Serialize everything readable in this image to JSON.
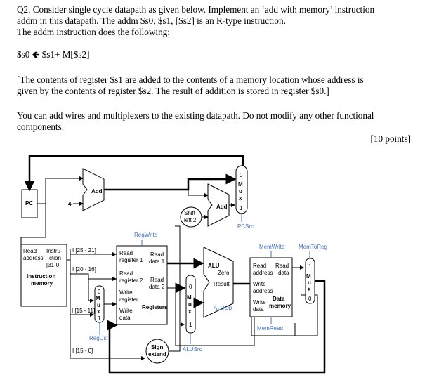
{
  "question": {
    "line1": "Q2. Consider single cycle datapath as given below. Implement an ‘add with memory’ instruction",
    "line2": "addm in this datapath. The addm $s0, $s1, [$s2] is an R-type instruction.",
    "line3": "The addm instruction does the following:",
    "formula_lhs": "$s0",
    "formula_rhs": "$s1+ M[$s2]",
    "desc1": "[The contents of register $s1 are added to the contents of a memory location whose address is",
    "desc2": "given by the contents of register $s2. The result of addition is stored in register $s0.]",
    "note1": "You can add wires and multiplexers to the existing datapath. Do not modify any other functional",
    "note2": "components.",
    "points": "[10 points]"
  },
  "diagram": {
    "pc": "PC",
    "four": "4",
    "add": "Add",
    "add2": "Add",
    "shift": [
      "Shift",
      "left 2"
    ],
    "mux_letters": [
      "M",
      "u",
      "x"
    ],
    "mux0": "0",
    "mux1": "1",
    "pcsrc": "PCSrc",
    "regwrite": "RegWrite",
    "memwrite": "MemWrite",
    "memtoreg": "MemToReg",
    "imem": {
      "read": "Read",
      "address": "address",
      "instru": "Instru-",
      "ction": "ction",
      "bits": "[31-0]",
      "title1": "Instruction",
      "title2": "memory"
    },
    "fields": {
      "f1": "I [25 - 21]",
      "f2": "I [20 - 16]",
      "f3": "I [15 - 11]",
      "f4": "I [15 - 0]"
    },
    "regs": {
      "rr1a": "Read",
      "rr1b": "register 1",
      "rd1a": "Read",
      "rd1b": "data 1",
      "rr2a": "Read",
      "rr2b": "register 2",
      "rd2a": "Read",
      "rd2b": "data 2",
      "wra": "Write",
      "wrb": "register",
      "wda": "Write",
      "wdb": "data",
      "title": "Registers"
    },
    "alu": {
      "name": "ALU",
      "zero": "Zero",
      "result": "Result",
      "aluop": "ALUOp",
      "alusrc": "ALUSrc"
    },
    "dmem": {
      "ra": "Read",
      "rb": "address",
      "rda": "Read",
      "rdb": "data",
      "wa": "Write",
      "wb": "address",
      "wda": "Write",
      "wdb": "data",
      "t1": "Data",
      "t2": "memory",
      "memread": "MemRead"
    },
    "regdst": "RegDst",
    "sign": [
      "Sign",
      "extend"
    ]
  }
}
